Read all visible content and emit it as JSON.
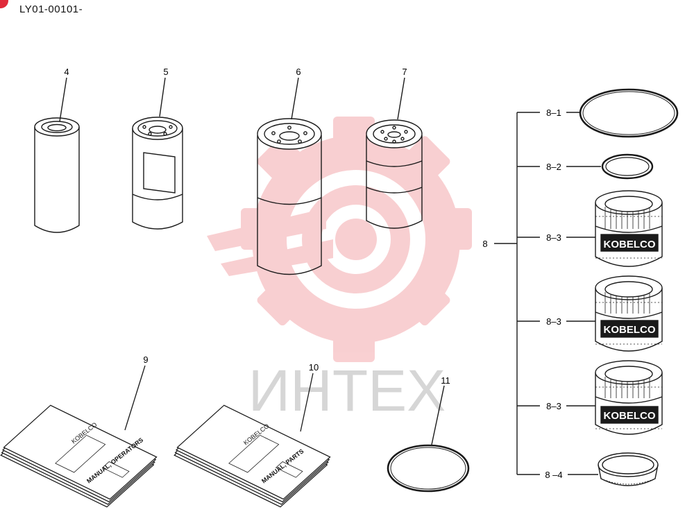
{
  "document": {
    "code": "LY01-00101-"
  },
  "watermark": {
    "text": "ИНТЕХ",
    "color": "#f4a9ad"
  },
  "parts": {
    "p4": "4",
    "p5": "5",
    "p6": "6",
    "p7": "7",
    "p8": "8",
    "p8_1": "8–1",
    "p8_2": "8–2",
    "p8_3a": "8–3",
    "p8_3b": "8–3",
    "p8_3c": "8–3",
    "p8_4": "8 –4",
    "p9": "9",
    "p10": "10",
    "p11": "11"
  },
  "element_brand": "KOBELCO",
  "manual_operators": {
    "brand": "KOBELCO",
    "title": "MANUAL, OPERATORS"
  },
  "manual_parts": {
    "brand": "KOBELCO",
    "title": "MANUAL, PARTS"
  },
  "colors": {
    "line": "#1a1a1a",
    "accent_mark": "#e02a3a"
  }
}
